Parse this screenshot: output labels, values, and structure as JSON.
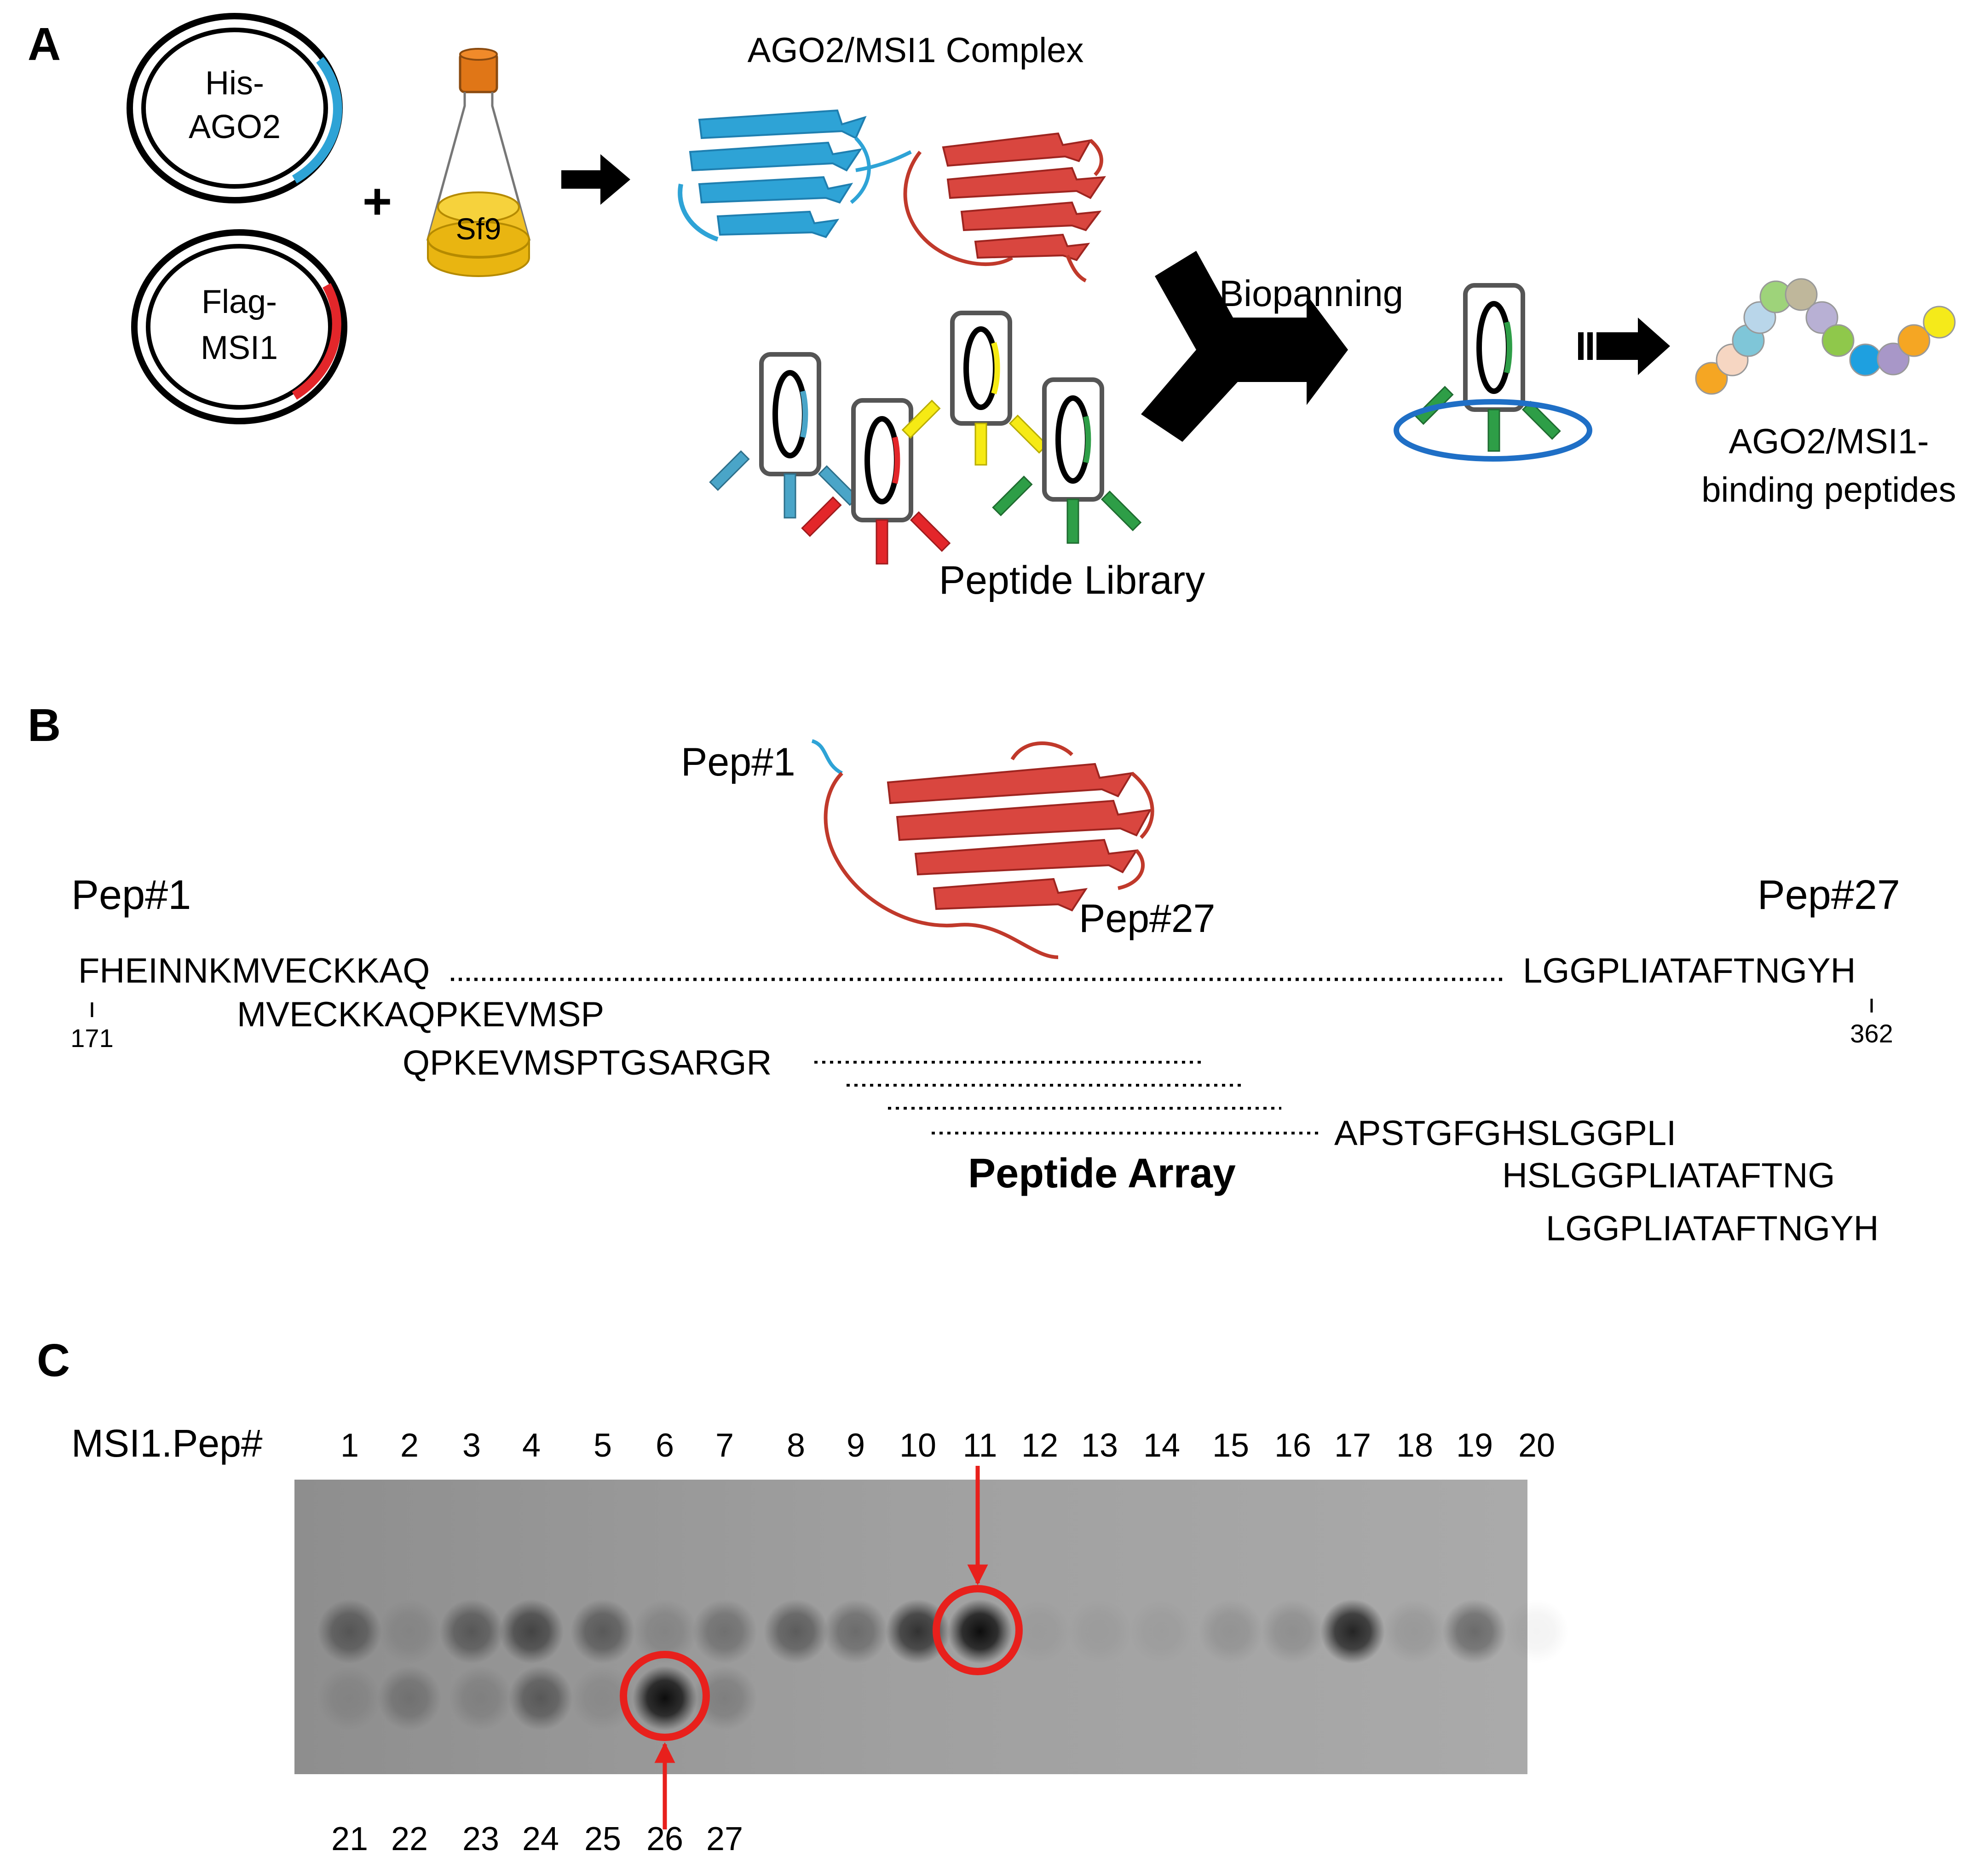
{
  "panels": {
    "a": "A",
    "b": "B",
    "c": "C"
  },
  "panel_a": {
    "plasmid_his_line1": "His-",
    "plasmid_his_line2": "AGO2",
    "plasmid_flag_line1": "Flag-",
    "plasmid_flag_line2": "MSI1",
    "plus": "+",
    "flask_label": "Sf9",
    "complex_title": "AGO2/MSI1 Complex",
    "biopanning": "Biopanning",
    "library_label": "Peptide Library",
    "result_line1": "AGO2/MSI1-",
    "result_line2": "binding peptides",
    "colors": {
      "ago2_blue": "#2ea3d6",
      "msi1_red": "#d9463f",
      "flask_yellow": "#e9b511",
      "cap_orange": "#e07617",
      "phage_blue": "#4aa5c8",
      "phage_red": "#e3262a",
      "phage_yellow": "#f6ea14",
      "phage_green": "#2e9e47",
      "bead_blue": "#1f6fc6"
    }
  },
  "panel_b": {
    "structure_label_pep1": "Pep#1",
    "structure_label_pep27": "Pep#27",
    "left_label": "Pep#1",
    "right_label": "Pep#27",
    "seq_first": "FHEINNKMVECKKAQ",
    "seq_last": "LGGPLIATAFTNGYH",
    "pos_start": "171",
    "pos_end": "362",
    "seq_2": "MVECKKAQPKEVMSP",
    "seq_3": "QPKEVMSPTGSARGR",
    "seq_25": "APSTGFGHSLGGPLI",
    "seq_26": "HSLGGPLIATAFTNG",
    "seq_27": "LGGPLIATAFTNGYH",
    "array_label": "Peptide Array"
  },
  "panel_c": {
    "row_label": "MSI1.Pep#",
    "top_numbers": [
      "1",
      "2",
      "3",
      "4",
      "5",
      "6",
      "7",
      "8",
      "9",
      "10",
      "11",
      "12",
      "13",
      "14",
      "15",
      "16",
      "17",
      "18",
      "19",
      "20"
    ],
    "bottom_numbers": [
      "21",
      "22",
      "23",
      "24",
      "25",
      "26",
      "27"
    ],
    "highlighted": [
      "11",
      "26"
    ],
    "highlight_color": "#e8201c"
  }
}
